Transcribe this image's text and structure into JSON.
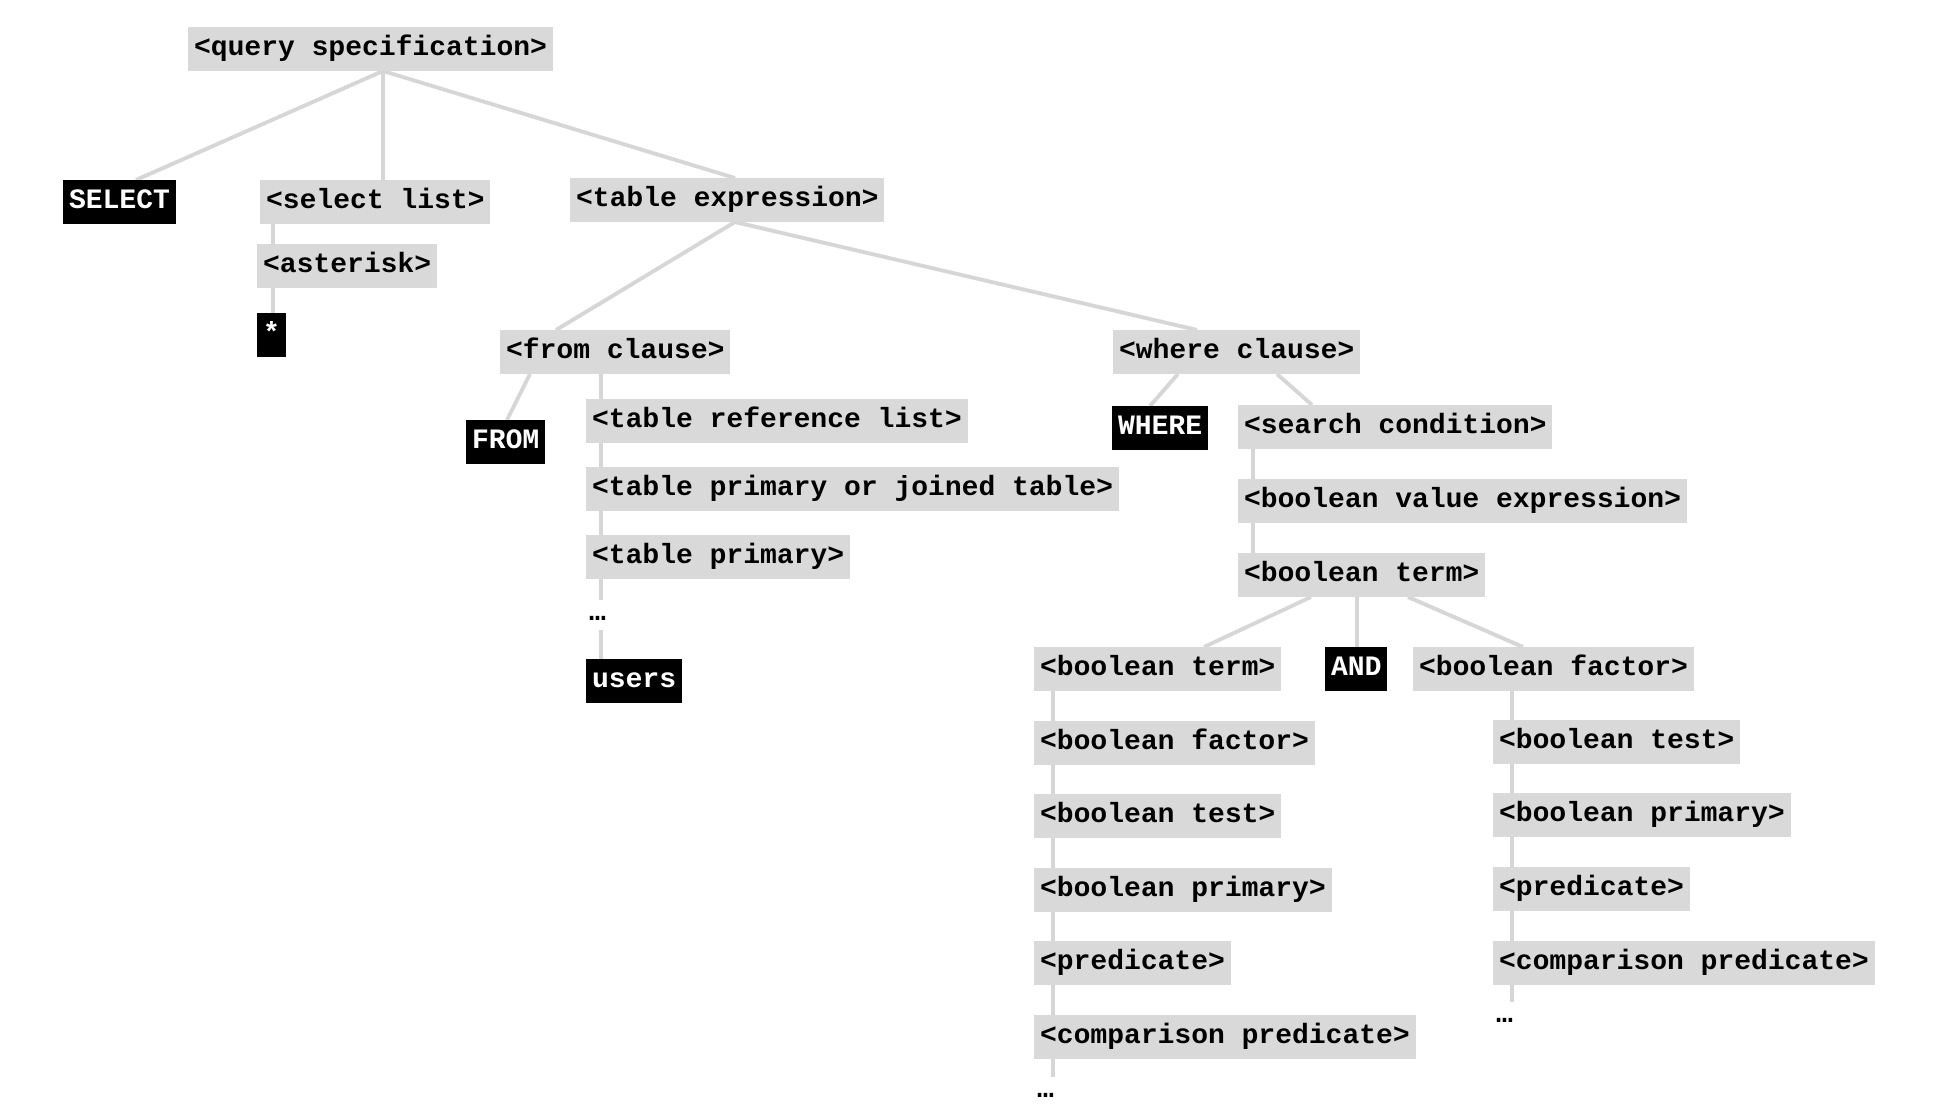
{
  "diagram": {
    "colors": {
      "nonterminal_bg": "#d9d9d9",
      "terminal_bg": "#000000",
      "terminal_fg": "#ffffff",
      "edge": "#d6d6d6"
    },
    "nodes": {
      "query_specification": "<query specification>",
      "select_kw": "SELECT",
      "select_list": "<select list>",
      "table_expression": "<table expression>",
      "asterisk": "<asterisk>",
      "star": "*",
      "from_clause": "<from clause>",
      "where_clause": "<where clause>",
      "from_kw": "FROM",
      "table_reference_list": "<table reference list>",
      "table_primary_or_joined": "<table primary or joined table>",
      "table_primary": "<table primary>",
      "from_ellipsis": "…",
      "users": "users",
      "where_kw": "WHERE",
      "search_condition": "<search condition>",
      "boolean_value_expression": "<boolean value expression>",
      "boolean_term": "<boolean term>",
      "left_boolean_term": "<boolean term>",
      "and_kw": "AND",
      "right_boolean_factor": "<boolean factor>",
      "left_boolean_factor": "<boolean factor>",
      "left_boolean_test": "<boolean test>",
      "left_boolean_primary": "<boolean primary>",
      "left_predicate": "<predicate>",
      "left_comparison_predicate": "<comparison predicate>",
      "left_ellipsis": "…",
      "right_boolean_test": "<boolean test>",
      "right_boolean_primary": "<boolean primary>",
      "right_predicate": "<predicate>",
      "right_comparison_predicate": "<comparison predicate>",
      "right_ellipsis": "…"
    }
  }
}
